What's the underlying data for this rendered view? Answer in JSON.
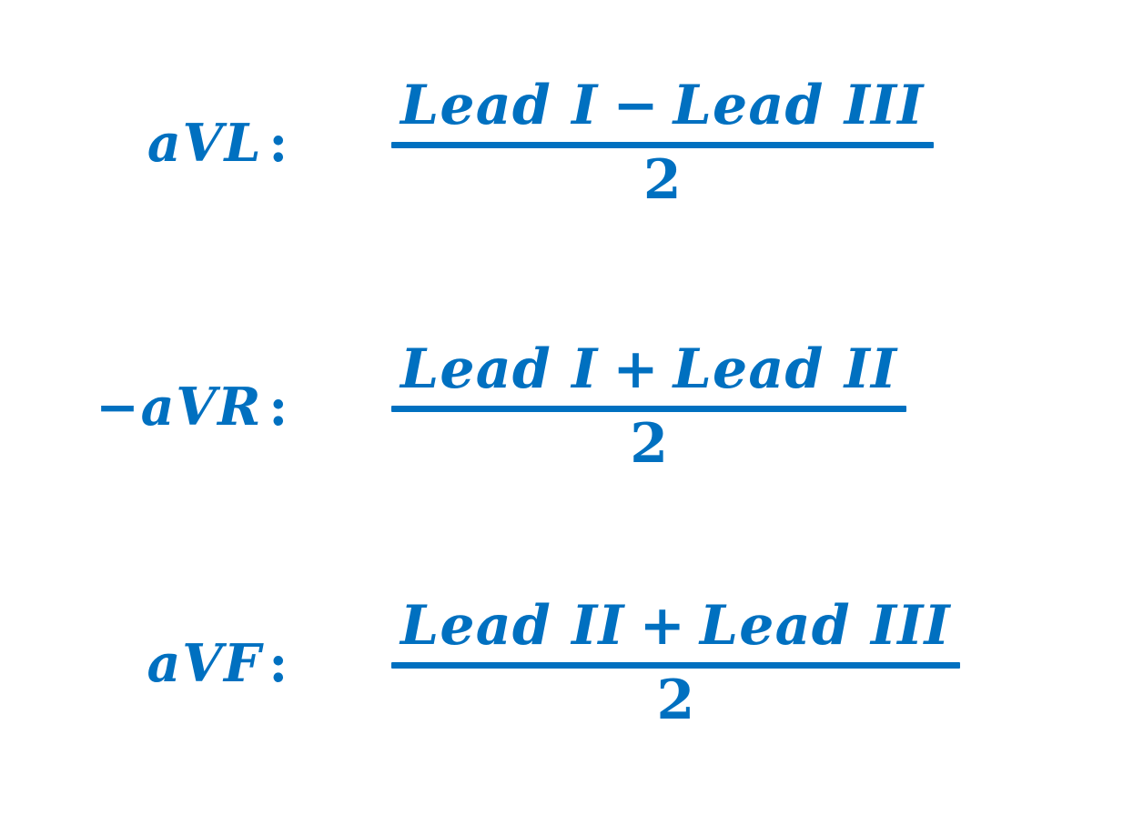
{
  "page": {
    "background_color": "#ffffff",
    "accent_color": "#0070C0"
  },
  "equations": [
    {
      "label": "aVL",
      "colon": ":",
      "numerator": {
        "left": "Lead I",
        "operator": "−",
        "right": "Lead III"
      },
      "denominator": "2"
    },
    {
      "label": "−aVR",
      "colon": ":",
      "numerator": {
        "left": "Lead I",
        "operator": "+",
        "right": "Lead II"
      },
      "denominator": "2"
    },
    {
      "label": "aVF",
      "colon": ":",
      "numerator": {
        "left": "Lead II",
        "operator": "+",
        "right": "Lead III"
      },
      "denominator": "2"
    }
  ]
}
